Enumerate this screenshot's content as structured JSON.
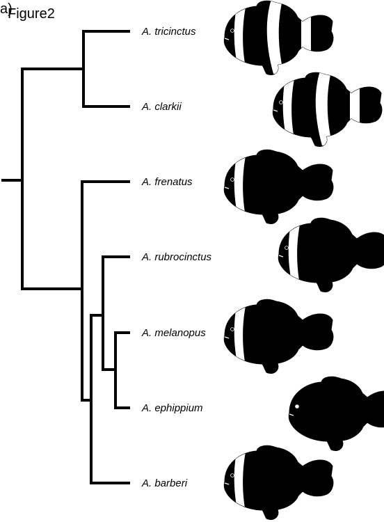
{
  "figure": {
    "panel_label": "a)",
    "figure_label": "Figure2"
  },
  "colors": {
    "ink": "#000000",
    "fish_white": "#ffffff"
  },
  "tree": {
    "taxa": [
      {
        "name": "A. tricinctus",
        "bands": 3
      },
      {
        "name": "A. clarkii",
        "bands": 3
      },
      {
        "name": "A. frenatus",
        "bands": 1
      },
      {
        "name": "A. rubrocinctus",
        "bands": 1
      },
      {
        "name": "A. melanopus",
        "bands": 1
      },
      {
        "name": "A. ephippium",
        "bands": 0
      },
      {
        "name": "A. barberi",
        "bands": 1
      }
    ],
    "newick": "((A. tricinctus,A. clarkii),(A. frenatus,((A. rubrocinctus,(A. melanopus,A. ephippium)),A. barberi)));"
  }
}
